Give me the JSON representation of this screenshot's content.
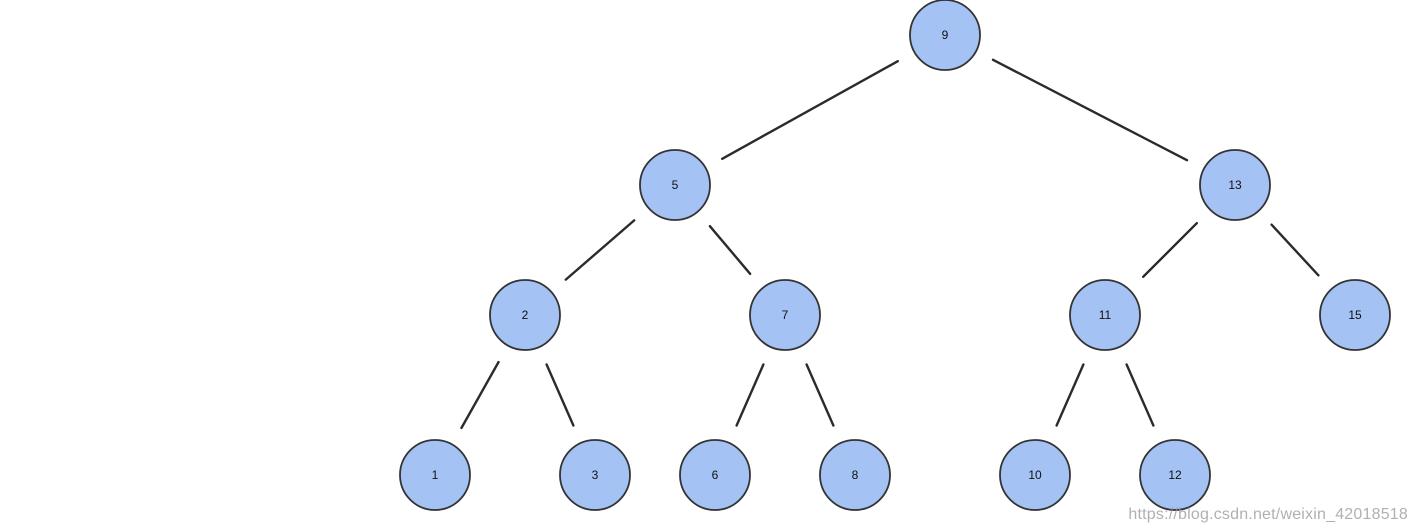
{
  "diagram": {
    "type": "binary-tree",
    "node_fill": "#a4c2f4",
    "node_stroke": "#333333",
    "edge_color": "#2b2b2b",
    "nodes": [
      {
        "id": "n9",
        "label": "9"
      },
      {
        "id": "n5",
        "label": "5"
      },
      {
        "id": "n13",
        "label": "13"
      },
      {
        "id": "n2",
        "label": "2"
      },
      {
        "id": "n7",
        "label": "7"
      },
      {
        "id": "n11",
        "label": "11"
      },
      {
        "id": "n15",
        "label": "15"
      },
      {
        "id": "n1",
        "label": "1"
      },
      {
        "id": "n3",
        "label": "3"
      },
      {
        "id": "n6",
        "label": "6"
      },
      {
        "id": "n8",
        "label": "8"
      },
      {
        "id": "n10",
        "label": "10"
      },
      {
        "id": "n12",
        "label": "12"
      }
    ],
    "edges": [
      {
        "from": "n9",
        "to": "n5"
      },
      {
        "from": "n9",
        "to": "n13"
      },
      {
        "from": "n5",
        "to": "n2"
      },
      {
        "from": "n5",
        "to": "n7"
      },
      {
        "from": "n13",
        "to": "n11"
      },
      {
        "from": "n13",
        "to": "n15"
      },
      {
        "from": "n2",
        "to": "n1"
      },
      {
        "from": "n2",
        "to": "n3"
      },
      {
        "from": "n7",
        "to": "n6"
      },
      {
        "from": "n7",
        "to": "n8"
      },
      {
        "from": "n11",
        "to": "n10"
      },
      {
        "from": "n11",
        "to": "n12"
      }
    ]
  },
  "watermark": {
    "text": "https://blog.csdn.net/weixin_42018518"
  }
}
